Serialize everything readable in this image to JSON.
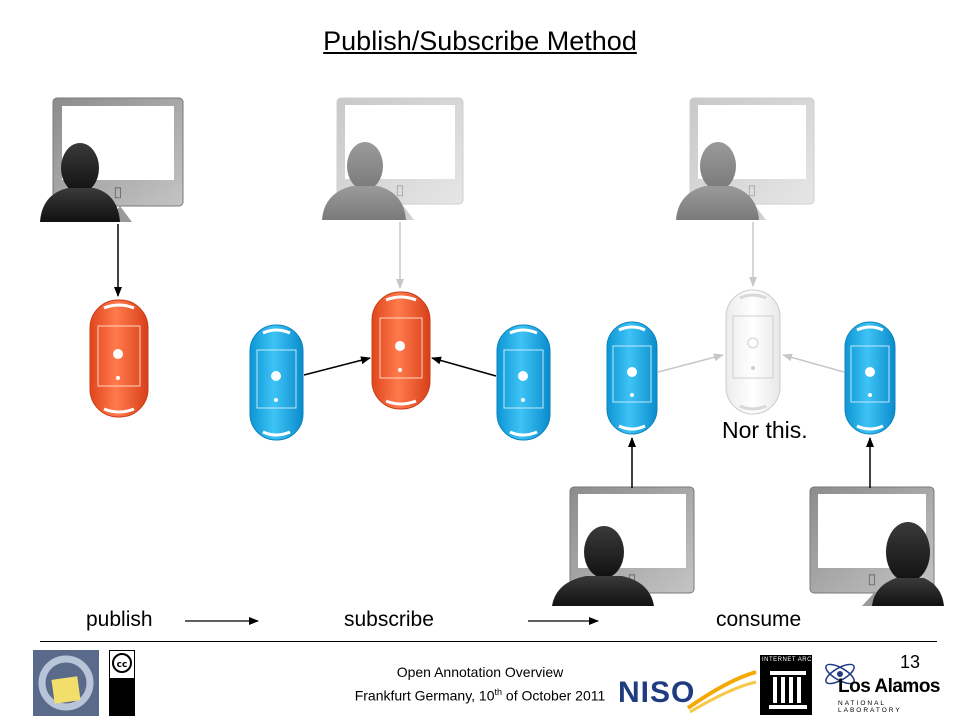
{
  "title": "Publish/Subscribe Method",
  "stages": {
    "publish": "publish",
    "subscribe": "subscribe",
    "consume": "consume"
  },
  "annotation": "Nor this.",
  "footer": {
    "line1": "Open Annotation Overview",
    "line2_prefix": "Frankfurt Germany, 10",
    "line2_sup": "th",
    "line2_suffix": " of October 2011"
  },
  "slide_number": "13",
  "logos": {
    "niso": "NISO",
    "internet_archive": "INTERNET ARCHIVE",
    "los_alamos": "Los Alamos",
    "los_alamos_sub": "NATIONAL LABORATORY",
    "cc": "cc"
  },
  "colors": {
    "server_orange": "#f2582a",
    "server_blue": "#1aaee6",
    "server_ghost": "#f4f4f4"
  }
}
